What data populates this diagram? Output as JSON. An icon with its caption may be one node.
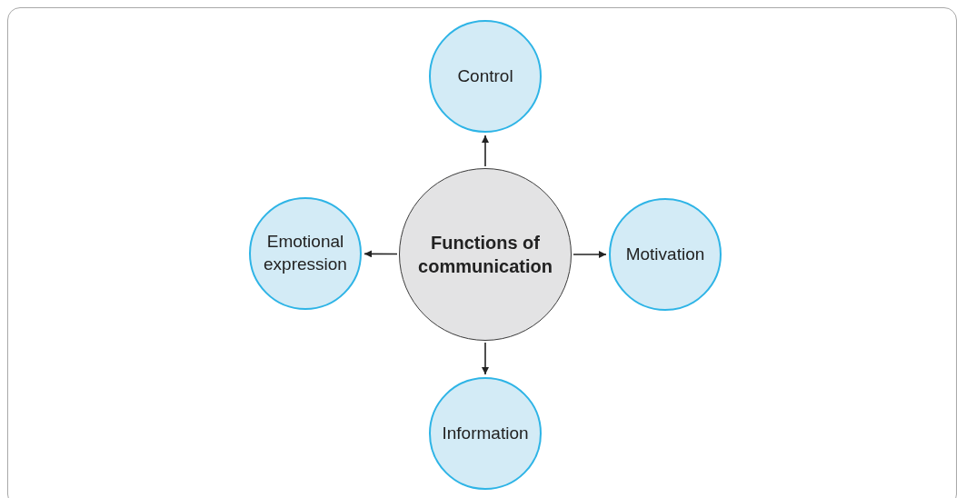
{
  "diagram": {
    "nodes": [
      {
        "text": [
          "Functions of communication"
        ]
      },
      {
        "text": [
          "Control"
        ]
      },
      {
        "text": [
          "Emotional expression"
        ]
      },
      {
        "text": [
          "Motivation"
        ]
      },
      {
        "text": [
          "Information"
        ]
      }
    ],
    "edges": [
      {
        "from": 0,
        "to": 1,
        "arrow": "to"
      },
      {
        "from": 0,
        "to": 2,
        "arrow": "to"
      },
      {
        "from": 0,
        "to": 3,
        "arrow": "to"
      },
      {
        "from": 0,
        "to": 4,
        "arrow": "to"
      }
    ]
  }
}
